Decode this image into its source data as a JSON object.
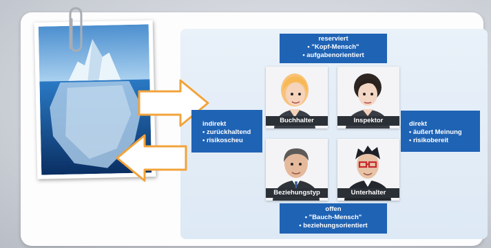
{
  "top_box": {
    "title": "reserviert",
    "bullets": [
      "• \"Kopf-Mensch\"",
      "• aufgabenorientiert"
    ]
  },
  "bottom_box": {
    "title": "offen",
    "bullets": [
      "• \"Bauch-Mensch\"",
      "• beziehungsorientiert"
    ]
  },
  "left_box": {
    "title": "indirekt",
    "bullets": [
      "• zurückhaltend",
      "• risikoscheu"
    ]
  },
  "right_box": {
    "title": "direkt",
    "bullets": [
      "• äußert Meinung",
      "• risikobereit"
    ]
  },
  "types": {
    "buchhalter": "Buchhalter",
    "inspektor": "Inspektor",
    "beziehungstyp": "Beziehungstyp",
    "unterhalter": "Unterhalter"
  },
  "colors": {
    "box_blue": "#1f63b5",
    "label_dark": "#2b2f36",
    "arrow_orange": "#f2a33a"
  },
  "icons": {
    "photo": "iceberg-photo",
    "clip": "paperclip-icon",
    "arrows": [
      "arrow-right-icon",
      "arrow-left-icon"
    ]
  }
}
